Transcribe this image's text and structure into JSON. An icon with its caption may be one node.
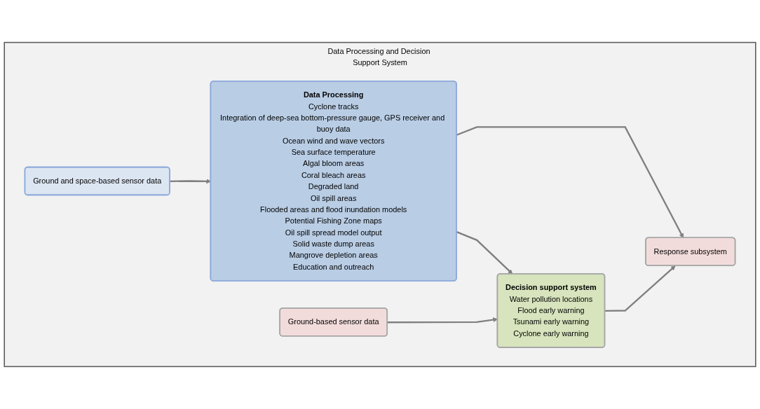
{
  "diagram": {
    "nodes": [
      {
        "text": [
          "Data Processing and Decision Support System"
        ]
      },
      {
        "text": [
          "Ground and space-based sensor data"
        ],
        "in": 0
      },
      {
        "text": [
          "Data Processing",
          "Cyclone tracks",
          "Integration of deep-sea bottom-pressure gauge, GPS receiver and buoy data",
          "Ocean wind and wave vectors",
          "Sea surface temperature",
          "Algal bloom areas",
          "Coral bleach areas",
          "Degraded land",
          "Oil spill areas",
          "Flooded areas and flood inundation models",
          "Potential Fishing Zone maps",
          "Oil spill spread model output",
          "Solid waste dump areas",
          "Mangrove depletion areas",
          "Education and outreach"
        ],
        "in": 0
      },
      {
        "text": [
          "Ground-based sensor data"
        ],
        "in": 0
      },
      {
        "text": [
          "Decision support system",
          "Water pollution locations",
          "Flood early warning",
          "Tsunami early warning",
          "Cyclone early warning"
        ],
        "in": 0
      },
      {
        "text": [
          "Response subsystem"
        ],
        "in": 0
      }
    ],
    "edges": [
      {
        "from": 1,
        "to": 2,
        "arrow": "to"
      },
      {
        "from": 2,
        "to": 4,
        "arrow": "to"
      },
      {
        "from": 3,
        "to": 4,
        "arrow": "to"
      },
      {
        "from": 4,
        "to": 5,
        "arrow": "to"
      },
      {
        "from": 2,
        "to": 5,
        "arrow": "to"
      }
    ]
  }
}
